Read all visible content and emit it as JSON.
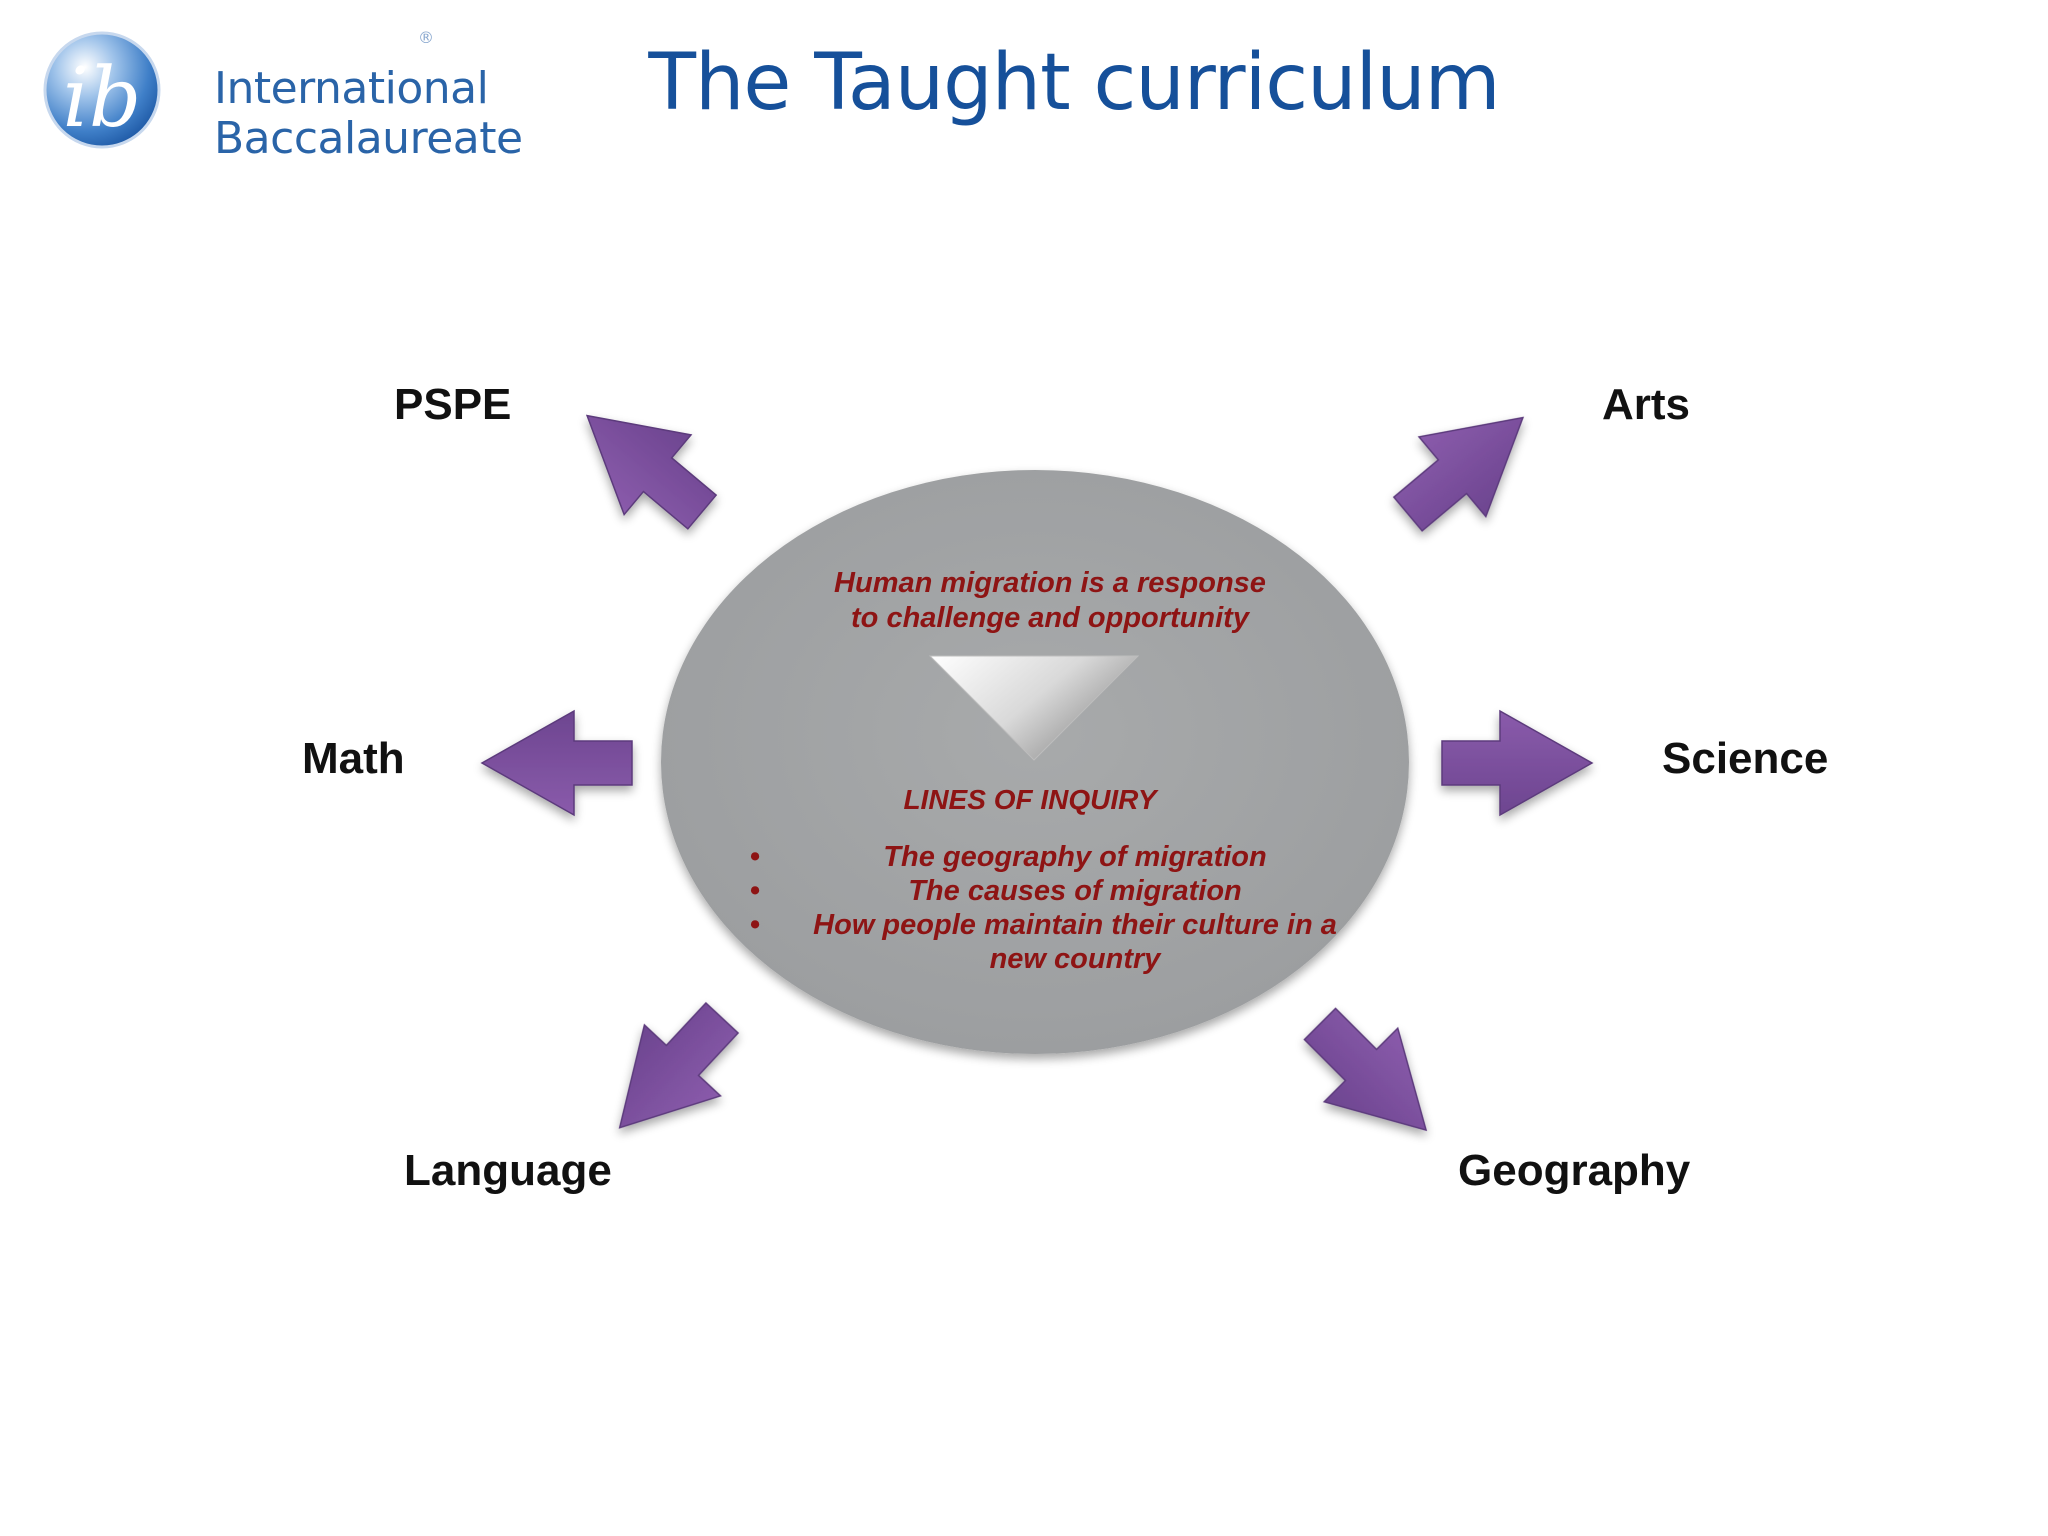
{
  "logo": {
    "line1": "International",
    "line2": "Baccalaureate",
    "mark": "ib",
    "registered": "®"
  },
  "title": "The Taught curriculum",
  "center": {
    "theme_line1": "Human migration is a response",
    "theme_line2": "to challenge and opportunity",
    "lines_heading": "LINES OF INQUIRY",
    "lines": [
      "The geography of migration",
      "The causes of migration",
      "How people maintain their culture in a new country"
    ]
  },
  "subjects": {
    "pspe": "PSPE",
    "arts": "Arts",
    "math": "Math",
    "science": "Science",
    "language": "Language",
    "geography": "Geography"
  },
  "colors": {
    "title": "#16509a",
    "arrow": "#7a4f9c",
    "ellipse": "#a4a6a8",
    "inquiry_text": "#8e1414",
    "subject_text": "#111111"
  }
}
